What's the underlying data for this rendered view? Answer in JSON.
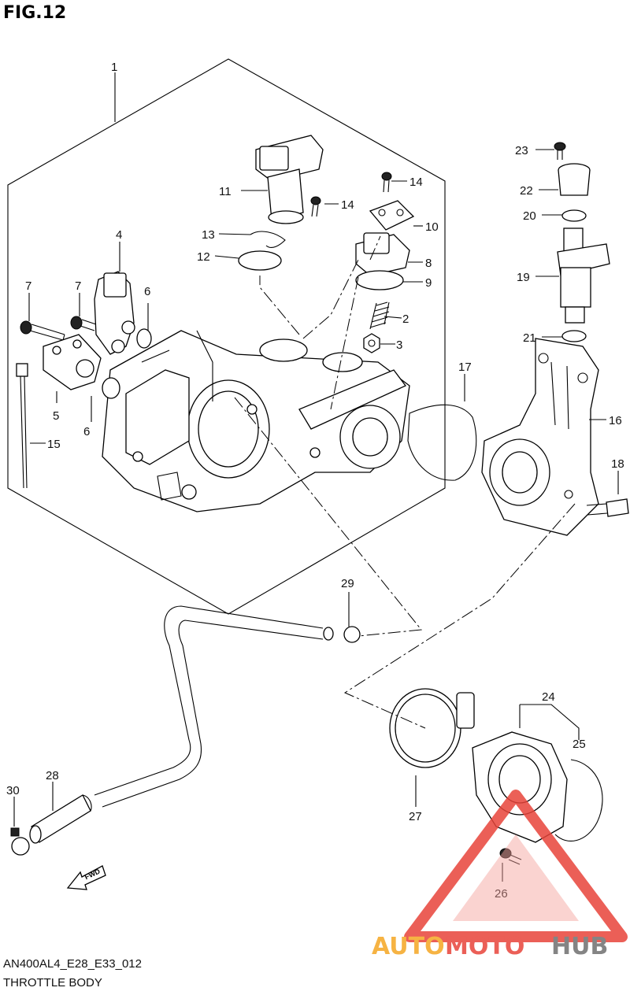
{
  "figure_label": "FIG.12",
  "model_code": "AN400AL4_E28_E33_012",
  "diagram_title": "THROTTLE BODY",
  "fwd_label": "FWD",
  "watermark": {
    "part1": "AUTO",
    "part2": "MOTO",
    "part3": "HUB",
    "color_orange": "#f5a623",
    "color_red": "#e8443a",
    "color_gray": "#6f6f6f"
  },
  "callouts": [
    "1",
    "2",
    "3",
    "4",
    "5",
    "6",
    "6",
    "7",
    "7",
    "8",
    "9",
    "10",
    "11",
    "12",
    "13",
    "14",
    "14",
    "15",
    "16",
    "17",
    "18",
    "19",
    "20",
    "21",
    "22",
    "23",
    "24",
    "25",
    "26",
    "27",
    "28",
    "29",
    "30"
  ]
}
